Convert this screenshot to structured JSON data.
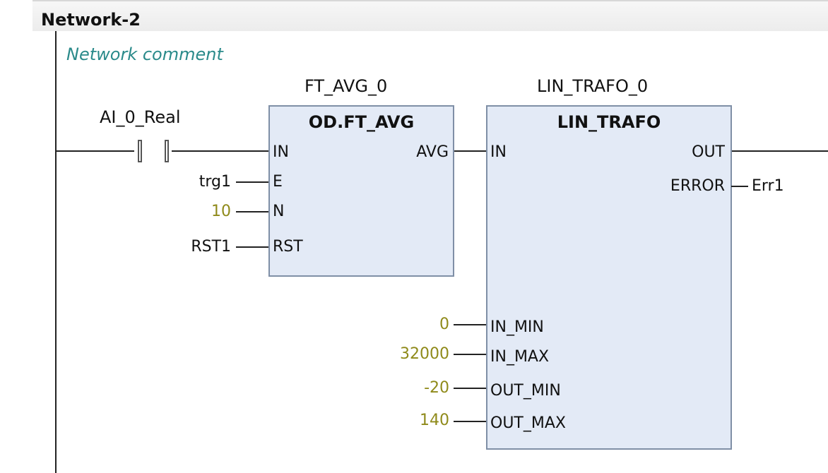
{
  "network": {
    "title": "Network-2",
    "comment": "Network comment"
  },
  "contact": {
    "variable": "AI_0_Real"
  },
  "ft_avg": {
    "instance": "FT_AVG_0",
    "type": "OD.FT_AVG",
    "inputs": [
      {
        "pin": "IN",
        "value": ""
      },
      {
        "pin": "E",
        "value": "trg1"
      },
      {
        "pin": "N",
        "value": "10"
      },
      {
        "pin": "RST",
        "value": "RST1"
      }
    ],
    "output": "AVG"
  },
  "lin_trafo": {
    "instance": "LIN_TRAFO_0",
    "type": "LIN_TRAFO",
    "inputs": [
      {
        "pin": "IN",
        "value": ""
      },
      {
        "pin": "IN_MIN",
        "value": "0"
      },
      {
        "pin": "IN_MAX",
        "value": "32000"
      },
      {
        "pin": "OUT_MIN",
        "value": "-20"
      },
      {
        "pin": "OUT_MAX",
        "value": "140"
      }
    ],
    "outputs": [
      {
        "pin": "OUT",
        "value": ""
      },
      {
        "pin": "ERROR",
        "value": "Err1"
      }
    ]
  },
  "colors": {
    "block_fill": "#e3eaf6",
    "block_border": "#7f8fa6",
    "comment_text": "#2a8a8a",
    "constant_text": "#8f8a1a"
  }
}
